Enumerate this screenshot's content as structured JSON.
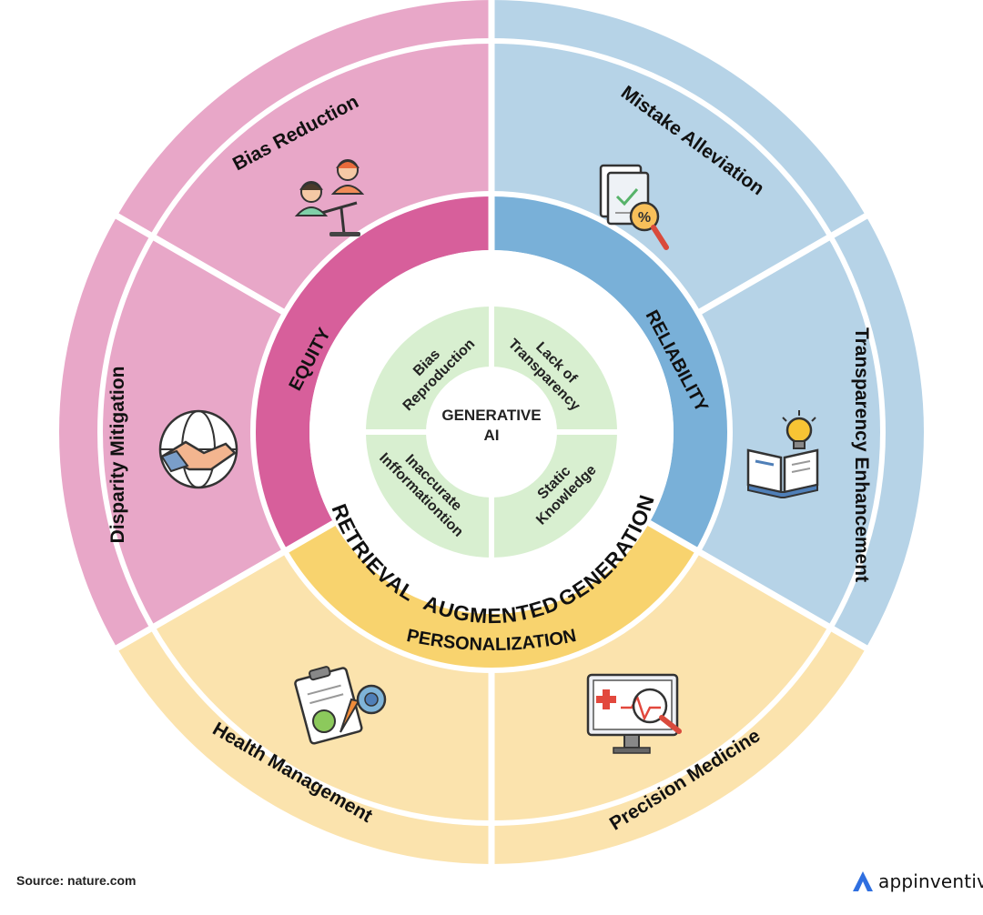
{
  "center": {
    "line1": "GENERATIVE",
    "line2": "AI"
  },
  "challenges": {
    "top_left": [
      "Bias",
      "Reproduction"
    ],
    "top_right": [
      "Lack of",
      "Transparency"
    ],
    "bottom_left": [
      "Inaccurate",
      "Infformationtion"
    ],
    "bottom_right": [
      "Static",
      "Knowledge"
    ]
  },
  "rag_words": [
    "RETRIEVAL",
    "AUGMENTED",
    "GENERATION"
  ],
  "pillars": {
    "equity": "EQUITY",
    "reliability": "RELIABILITY",
    "personalization": "PERSONALIZATION"
  },
  "outcomes": {
    "bias_reduction": "Bias Reduction",
    "mistake_alleviation": "Mistake Alleviation",
    "disparity_mitigation": "Disparity Mitigation",
    "transparency_enhancement": "Transparency Enhancement",
    "health_management": "Health Management",
    "precision_medicine": "Precision Medicine"
  },
  "icons": {
    "bias_reduction": "balance-scale-people-icon",
    "mistake_alleviation": "document-magnifier-icon",
    "disparity_mitigation": "handshake-globe-icon",
    "transparency_enhancement": "book-lightbulb-icon",
    "health_management": "health-clipboard-icon",
    "precision_medicine": "medical-monitor-icon"
  },
  "colors": {
    "pink_outer": "#e8a7c8",
    "pink_inner": "#d75f9b",
    "blue_outer": "#b6d3e7",
    "blue_inner": "#79b0d8",
    "yellow_outer": "#fbe3ad",
    "yellow_inner": "#f8d36e",
    "green": "#d8efd0"
  },
  "footer": {
    "source": "Source: nature.com",
    "brand": "appinventiv"
  }
}
